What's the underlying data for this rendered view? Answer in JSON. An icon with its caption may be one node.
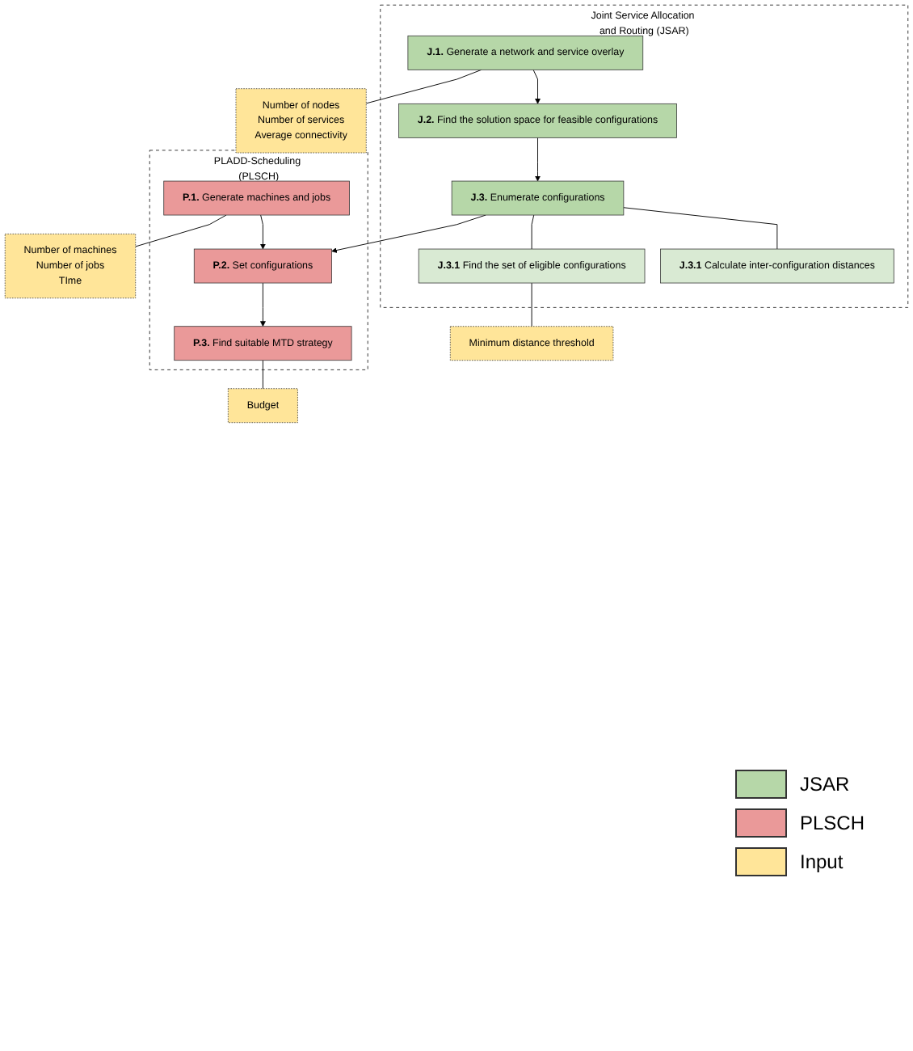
{
  "diagram": {
    "nodes": [
      {
        "text": [
          "Joint Service Allocation and Routing (JSAR)"
        ]
      },
      {
        "text": [
          "J.1.",
          "Generate a network and service overlay"
        ],
        "in": 0
      },
      {
        "text": [
          "Number of nodes",
          "Number of services",
          "Average connectivity"
        ]
      },
      {
        "text": [
          "J.2.",
          "Find the solution space for feasible configurations"
        ],
        "in": 0
      },
      {
        "text": [
          "J.3.",
          "Enumerate configurations"
        ],
        "in": 0
      },
      {
        "text": [
          "J.3.1",
          "Calculate inter-configuration distances"
        ],
        "in": 0
      },
      {
        "text": [
          "J.3.1",
          "Find the set of eligible configurations"
        ],
        "in": 0
      },
      {
        "text": [
          "Minimum distance threshold"
        ]
      },
      {
        "text": [
          "PLADD-Scheduling (PLSCH)"
        ]
      },
      {
        "text": [
          "P.1.",
          "Generate machines and jobs"
        ],
        "in": 8
      },
      {
        "text": [
          "Number of machines",
          "Number of jobs",
          "TIme"
        ]
      },
      {
        "text": [
          "P.2.",
          "Set configurations"
        ],
        "in": 8
      },
      {
        "text": [
          "P.3.",
          "Find suitable MTD strategy"
        ],
        "in": 8
      },
      {
        "text": [
          "Budget"
        ]
      }
    ],
    "edges": [
      {
        "from": 1,
        "to": 3,
        "arrow": "to"
      },
      {
        "from": 1,
        "to": 2,
        "arrow": "none"
      },
      {
        "from": 3,
        "to": 4,
        "arrow": "to"
      },
      {
        "from": 4,
        "to": 5,
        "arrow": "none"
      },
      {
        "from": 4,
        "to": 6,
        "arrow": "none"
      },
      {
        "from": 6,
        "to": 7,
        "arrow": "none"
      },
      {
        "from": 4,
        "to": 11,
        "arrow": "to"
      },
      {
        "from": 9,
        "to": 11,
        "arrow": "to"
      },
      {
        "from": 9,
        "to": 10,
        "arrow": "none"
      },
      {
        "from": 11,
        "to": 12,
        "arrow": "to"
      },
      {
        "from": 12,
        "to": 13,
        "arrow": "none"
      }
    ],
    "legend": [
      {
        "text": "JSAR",
        "color": "#b6d7a8"
      },
      {
        "text": "PLSCH",
        "color": "#ea9999"
      },
      {
        "text": "Input",
        "color": "#ffe599"
      }
    ]
  }
}
